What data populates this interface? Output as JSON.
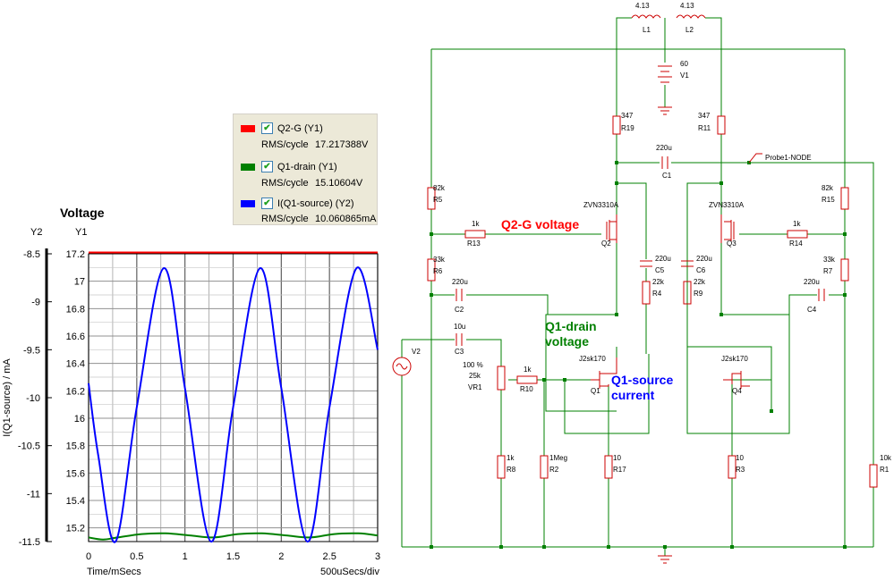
{
  "chart_data": {
    "type": "line",
    "title": "Voltage",
    "y1_header": "Y1",
    "y2_header": "Y2",
    "y2_label": "I(Q1-source) / mA",
    "x_label": "Time/mSecs",
    "x_div_label": "500uSecs/div",
    "x_range": [
      0,
      3
    ],
    "x_ticks": [
      "0",
      "0.5",
      "1",
      "1.5",
      "2",
      "2.5",
      "3"
    ],
    "y1_range": [
      15.1,
      17.2
    ],
    "y1_ticks": [
      "17.2",
      "17",
      "16.8",
      "16.6",
      "16.4",
      "16.2",
      "16",
      "15.8",
      "15.6",
      "15.4",
      "15.2"
    ],
    "y2_range": [
      -11.5,
      -8.5
    ],
    "y2_ticks": [
      "-8.5",
      "-9",
      "-9.5",
      "-10",
      "-10.5",
      "-11",
      "-11.5"
    ],
    "series": [
      {
        "name": "Q2-G (Y1)",
        "axis": "y1",
        "color": "#ff0000",
        "rms_label": "RMS/cycle",
        "rms_value": "17.217388V",
        "x": [
          0,
          0.5,
          1,
          1.5,
          2,
          2.5,
          3
        ],
        "y": [
          17.21,
          17.21,
          17.21,
          17.21,
          17.21,
          17.21,
          17.21
        ]
      },
      {
        "name": "Q1-drain (Y1)",
        "axis": "y1",
        "color": "#008000",
        "rms_label": "RMS/cycle",
        "rms_value": "15.10604V",
        "x": [
          0,
          0.15,
          0.3,
          0.55,
          0.8,
          1.05,
          1.3,
          1.55,
          1.8,
          2.05,
          2.3,
          2.55,
          2.8,
          3
        ],
        "y": [
          15.13,
          15.115,
          15.13,
          15.155,
          15.16,
          15.145,
          15.13,
          15.155,
          15.16,
          15.145,
          15.13,
          15.155,
          15.16,
          15.145
        ]
      },
      {
        "name": "I(Q1-source) (Y2)",
        "axis": "y2",
        "color": "#0000ff",
        "rms_label": "RMS/cycle",
        "rms_value": "10.060865mA",
        "x": [
          0,
          0.1,
          0.28,
          0.5,
          0.78,
          1.0,
          1.27,
          1.5,
          1.78,
          2.0,
          2.27,
          2.5,
          2.78,
          3.0
        ],
        "y": [
          -9.85,
          -10.6,
          -11.5,
          -10.1,
          -8.65,
          -9.9,
          -11.5,
          -10.1,
          -8.65,
          -9.9,
          -11.5,
          -10.1,
          -8.65,
          -9.5
        ]
      }
    ]
  },
  "legend": {
    "items": [
      {
        "name": "Q2-G (Y1)",
        "rms_label": "RMS/cycle",
        "rms_value": "17.217388V",
        "color": "#ff0000"
      },
      {
        "name": "Q1-drain (Y1)",
        "rms_label": "RMS/cycle",
        "rms_value": "15.10604V",
        "color": "#008000"
      },
      {
        "name": "I(Q1-source) (Y2)",
        "rms_label": "RMS/cycle",
        "rms_value": "10.060865mA",
        "color": "#0000ff"
      }
    ]
  },
  "schematic": {
    "wire_color": "#008000",
    "part_color": "#cc0000",
    "text_color": "#000000",
    "components": {
      "L1": {
        "value": "4.13",
        "ref": "L1"
      },
      "L2": {
        "value": "4.13",
        "ref": "L2"
      },
      "V1": {
        "value": "60",
        "ref": "V1"
      },
      "V2": {
        "ref": "V2"
      },
      "R19": {
        "value": "347",
        "ref": "R19"
      },
      "R11": {
        "value": "347",
        "ref": "R11"
      },
      "C1": {
        "value": "220u",
        "ref": "C1"
      },
      "probe": "Probe1-NODE",
      "R5": {
        "value": "82k",
        "ref": "R5"
      },
      "R15": {
        "value": "82k",
        "ref": "R15"
      },
      "Q2": {
        "model": "ZVN3310A",
        "ref": "Q2"
      },
      "Q3": {
        "model": "ZVN3310A",
        "ref": "Q3"
      },
      "R13": {
        "value": "1k",
        "ref": "R13"
      },
      "R14": {
        "value": "1k",
        "ref": "R14"
      },
      "R6": {
        "value": "33k",
        "ref": "R6"
      },
      "R7": {
        "value": "33k",
        "ref": "R7"
      },
      "C5": {
        "value": "220u",
        "ref": "C5"
      },
      "C6": {
        "value": "220u",
        "ref": "C6"
      },
      "R4": {
        "value": "22k",
        "ref": "R4"
      },
      "R9": {
        "value": "22k",
        "ref": "R9"
      },
      "C2": {
        "value": "220u",
        "ref": "C2"
      },
      "C4": {
        "value": "220u",
        "ref": "C4"
      },
      "C3": {
        "value": "10u",
        "ref": "C3"
      },
      "VR1": {
        "value": "25k",
        "pct": "100 %",
        "ref": "VR1"
      },
      "R10": {
        "value": "1k",
        "ref": "R10"
      },
      "Q1": {
        "model": "J2sk170",
        "ref": "Q1"
      },
      "Q4": {
        "model": "J2sk170",
        "ref": "Q4"
      },
      "R8": {
        "value": "1k",
        "ref": "R8"
      },
      "R2": {
        "value": "1Meg",
        "ref": "R2"
      },
      "R17": {
        "value": "10",
        "ref": "R17"
      },
      "R3": {
        "value": "10",
        "ref": "R3"
      },
      "R1": {
        "value": "10k",
        "ref": "R1"
      }
    },
    "annotations": {
      "q2g": "Q2-G voltage",
      "q1drain_1": "Q1-drain",
      "q1drain_2": "voltage",
      "q1src_1": "Q1-source",
      "q1src_2": "current"
    }
  }
}
